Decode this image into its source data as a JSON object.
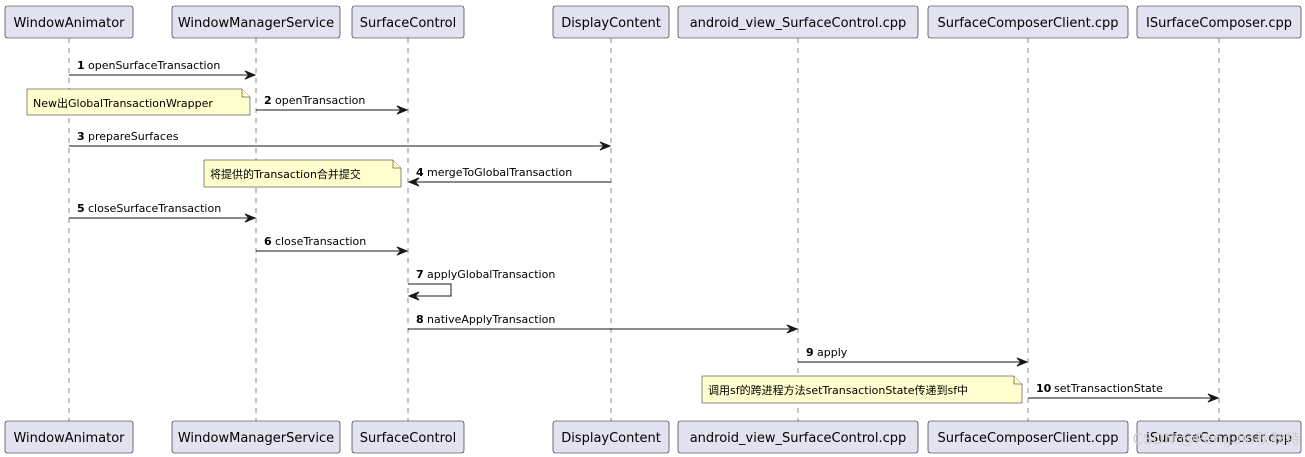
{
  "participants": [
    "WindowAnimator",
    "WindowManagerService",
    "SurfaceControl",
    "DisplayContent",
    "android_view_SurfaceControl.cpp",
    "SurfaceComposerClient.cpp",
    "ISurfaceComposer.cpp"
  ],
  "messages": [
    {
      "num": "1",
      "label": "openSurfaceTransaction"
    },
    {
      "num": "2",
      "label": "openTransaction"
    },
    {
      "num": "3",
      "label": "prepareSurfaces"
    },
    {
      "num": "4",
      "label": "mergeToGlobalTransaction"
    },
    {
      "num": "5",
      "label": "closeSurfaceTransaction"
    },
    {
      "num": "6",
      "label": "closeTransaction"
    },
    {
      "num": "7",
      "label": "applyGlobalTransaction"
    },
    {
      "num": "8",
      "label": "nativeApplyTransaction"
    },
    {
      "num": "9",
      "label": "apply"
    },
    {
      "num": "10",
      "label": "setTransactionState"
    }
  ],
  "notes": [
    "New出GlobalTransactionWrapper",
    "将提供的Transaction合并提交",
    "调用sf的跨进程方法setTransactionState传递到sf中"
  ],
  "watermark": "CSDN @Penguin秋秋特"
}
